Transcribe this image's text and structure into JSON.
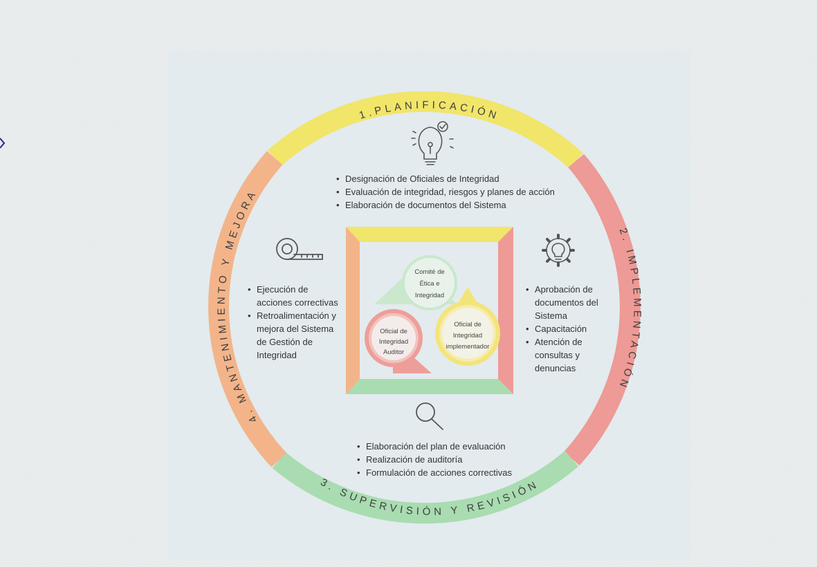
{
  "colors": {
    "background": "#eaeeee",
    "panel": "#e3ebee",
    "planificacion": "#f1e56a",
    "implementacion": "#ee9a96",
    "supervision": "#a9dcb0",
    "mantenimiento": "#f3b48a",
    "comite": "#c9e8cc",
    "oficial_implementador": "#f3e47a",
    "oficial_auditor": "#ee9e98"
  },
  "stages": {
    "planificacion": {
      "title": "1.PLANIFICACIÓN",
      "icon": "lightbulb-check-icon",
      "items": [
        "Designación de Oficiales de Integridad",
        "Evaluación de integridad, riesgos y planes de acción",
        "Elaboración de documentos del Sistema"
      ]
    },
    "implementacion": {
      "title": "2. IMPLEMENTACIÓN",
      "icon": "gear-lightbulb-icon",
      "items": [
        "Aprobación de documentos del Sistema",
        "Capacitación",
        "Atención de consultas y denuncias"
      ]
    },
    "supervision": {
      "title": "3. SUPERVISIÓN Y REVISIÓN",
      "icon": "magnifier-icon",
      "items": [
        "Elaboración del plan de evaluación",
        "Realización de auditoría",
        "Formulación de acciones correctivas"
      ]
    },
    "mantenimiento": {
      "title": "4. MANTENIMIENTO Y MEJORA",
      "icon": "measuring-tape-icon",
      "items": [
        "Ejecución de acciones correctivas",
        "Retroalimentación y mejora del Sistema de Gestión de Integridad"
      ]
    }
  },
  "center": {
    "comite": [
      "Comité de",
      "Ética e",
      "Integridad"
    ],
    "oficial_implementador": [
      "Oficial de",
      "Integridad",
      "implementador"
    ],
    "oficial_auditor": [
      "Oficial de",
      "Integridad",
      "Auditor"
    ]
  }
}
